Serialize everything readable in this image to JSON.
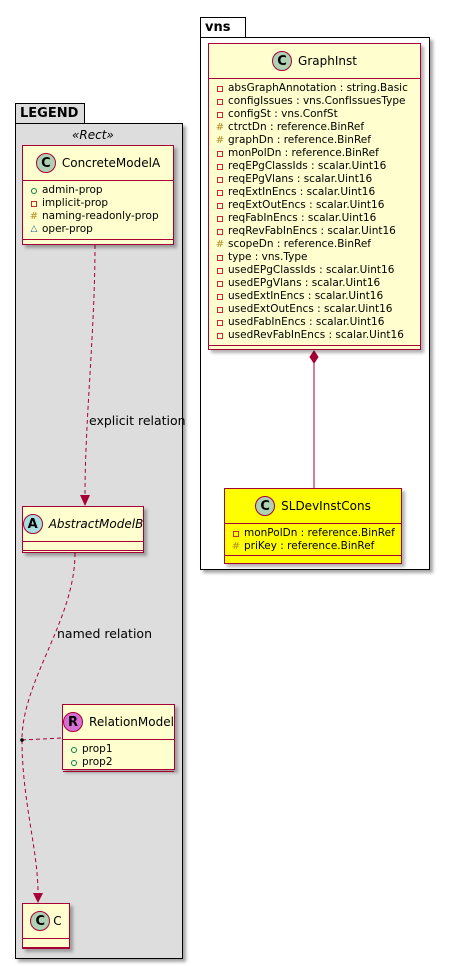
{
  "packages": {
    "vns": {
      "title": "vns"
    },
    "legend": {
      "title": "LEGEND",
      "stereotype": "«Rect»"
    }
  },
  "classes": {
    "graph_inst": {
      "name": "GraphInst",
      "attributes": [
        {
          "vis": "-",
          "text": "absGraphAnnotation : string.Basic"
        },
        {
          "vis": "-",
          "text": "configIssues : vns.ConfIssuesType"
        },
        {
          "vis": "-",
          "text": "configSt : vns.ConfSt"
        },
        {
          "vis": "#",
          "text": "ctrctDn : reference.BinRef"
        },
        {
          "vis": "#",
          "text": "graphDn : reference.BinRef"
        },
        {
          "vis": "-",
          "text": "monPolDn : reference.BinRef"
        },
        {
          "vis": "-",
          "text": "reqEPgClassIds : scalar.Uint16"
        },
        {
          "vis": "-",
          "text": "reqEPgVlans : scalar.Uint16"
        },
        {
          "vis": "-",
          "text": "reqExtInEncs : scalar.Uint16"
        },
        {
          "vis": "-",
          "text": "reqExtOutEncs : scalar.Uint16"
        },
        {
          "vis": "-",
          "text": "reqFabInEncs : scalar.Uint16"
        },
        {
          "vis": "-",
          "text": "reqRevFabInEncs : scalar.Uint16"
        },
        {
          "vis": "#",
          "text": "scopeDn : reference.BinRef"
        },
        {
          "vis": "-",
          "text": "type : vns.Type"
        },
        {
          "vis": "-",
          "text": "usedEPgClassIds : scalar.Uint16"
        },
        {
          "vis": "-",
          "text": "usedEPgVlans : scalar.Uint16"
        },
        {
          "vis": "-",
          "text": "usedExtInEncs : scalar.Uint16"
        },
        {
          "vis": "-",
          "text": "usedExtOutEncs : scalar.Uint16"
        },
        {
          "vis": "-",
          "text": "usedFabInEncs : scalar.Uint16"
        },
        {
          "vis": "-",
          "text": "usedRevFabInEncs : scalar.Uint16"
        }
      ]
    },
    "sl_dev_inst_cons": {
      "name": "SLDevInstCons",
      "attributes": [
        {
          "vis": "-",
          "text": "monPolDn : reference.BinRef"
        },
        {
          "vis": "#",
          "text": "priKey : reference.BinRef"
        }
      ]
    },
    "concrete_model_a": {
      "name": "ConcreteModelA",
      "attributes": [
        {
          "vis": "+",
          "text": "admin-prop"
        },
        {
          "vis": "-",
          "text": "implicit-prop"
        },
        {
          "vis": "#",
          "text": "naming-readonly-prop"
        },
        {
          "vis": "~",
          "text": "oper-prop"
        }
      ]
    },
    "abstract_model_b": {
      "name": "AbstractModelB"
    },
    "relation_model": {
      "name": "RelationModel",
      "attributes": [
        {
          "vis": "+",
          "text": "prop1"
        },
        {
          "vis": "+",
          "text": "prop2"
        }
      ]
    },
    "class_c": {
      "name": "C"
    }
  },
  "relations": {
    "explicit": "explicit relation",
    "named": "named relation"
  },
  "colors": {
    "class_fill": "#fefece",
    "class_border": "#a80036",
    "highlight_fill": "#ffff00",
    "legend_fill": "#dddddd"
  }
}
